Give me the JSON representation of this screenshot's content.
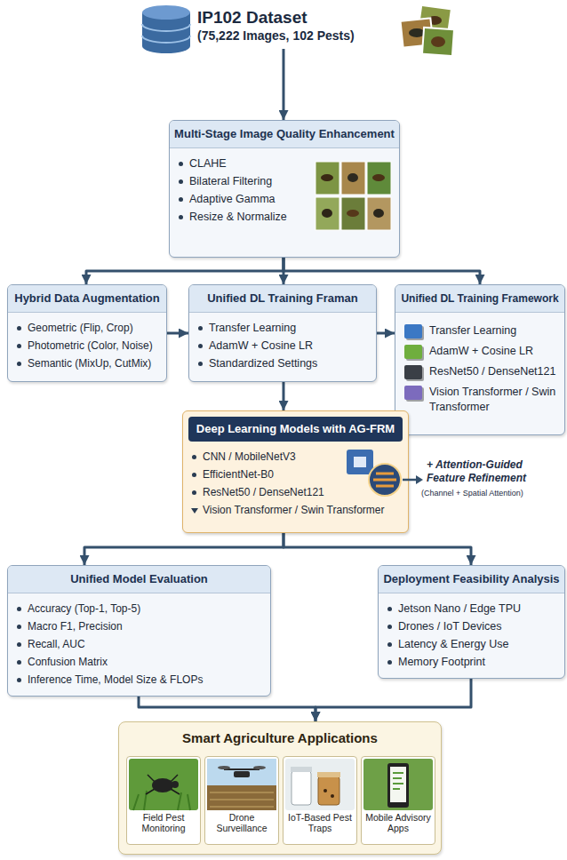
{
  "diagram": {
    "nodes": [
      {
        "text": [
          "IP102 Dataset",
          "(75,222 Images, 102 Pests)"
        ]
      },
      {
        "text": [
          "Multi-Stage Image Quality Enhancement",
          "CLAHE",
          "Bilateral Filtering",
          "Adaptive Gamma",
          "Resize & Normalize"
        ]
      },
      {
        "text": [
          "Hybrid Data Augmentation",
          "Geometric (Flip, Crop)",
          "Photometric (Color, Noise)",
          "Semantic (MixUp, CutMix)"
        ]
      },
      {
        "text": [
          "Unified DL Training Framan",
          "Transfer Learning",
          "AdamW + Cosine LR",
          "Standardized Settings"
        ]
      },
      {
        "text": [
          "Unified DL Training Framework",
          "Transfer Learning",
          "AdamW + Cosine LR",
          "ResNet50 / DenseNet121",
          "Vision Transformer / Swin Transformer"
        ]
      },
      {
        "text": [
          "Deep Learning Models with AG-FRM",
          "CNN / MobileNetV3",
          "EfficientNet-B0",
          "ResNet50 / DenseNet121",
          "Vision Transformer / Swin Transformer"
        ]
      },
      {
        "text": [
          "Unified Model Evaluation",
          "Accuracy (Top-1, Top-5)",
          "Macro F1, Precision",
          "Recall, AUC",
          "Confusion Matrix",
          "Inference Time, Model Size & FLOPs"
        ]
      },
      {
        "text": [
          "Deployment Feasibility Analysis",
          "Jetson Nano / Edge TPU",
          "Drones / IoT Devices",
          "Latency & Energy Use",
          "Memory Footprint"
        ]
      },
      {
        "text": [
          "Smart Agriculture Applications"
        ]
      },
      {
        "text": [
          "Field Pest Monitoring"
        ],
        "in": 8
      },
      {
        "text": [
          "Drone Surveillance"
        ],
        "in": 8
      },
      {
        "text": [
          "IoT-Based Pest Traps"
        ],
        "in": 8
      },
      {
        "text": [
          "Mobile Advisory Apps"
        ],
        "in": 8
      }
    ],
    "edges": [
      {
        "from": 0,
        "to": 1,
        "arrow": "to"
      },
      {
        "from": 1,
        "to": 2,
        "arrow": "to"
      },
      {
        "from": 1,
        "to": 3,
        "arrow": "to"
      },
      {
        "from": 1,
        "to": 4,
        "arrow": "to"
      },
      {
        "from": 2,
        "to": 3,
        "arrow": "to"
      },
      {
        "from": 3,
        "to": 4,
        "arrow": "to"
      },
      {
        "from": 3,
        "to": 5,
        "arrow": "to"
      },
      {
        "from": 5,
        "to": 6,
        "arrow": "to"
      },
      {
        "from": 5,
        "to": 7,
        "arrow": "to"
      },
      {
        "from": 6,
        "to": 8,
        "arrow": "to"
      },
      {
        "from": 7,
        "to": 8,
        "arrow": "to"
      }
    ],
    "labels": [
      "+ Attention-Guided Feature Refinement",
      "(Channel + Spatial Attention)"
    ]
  }
}
